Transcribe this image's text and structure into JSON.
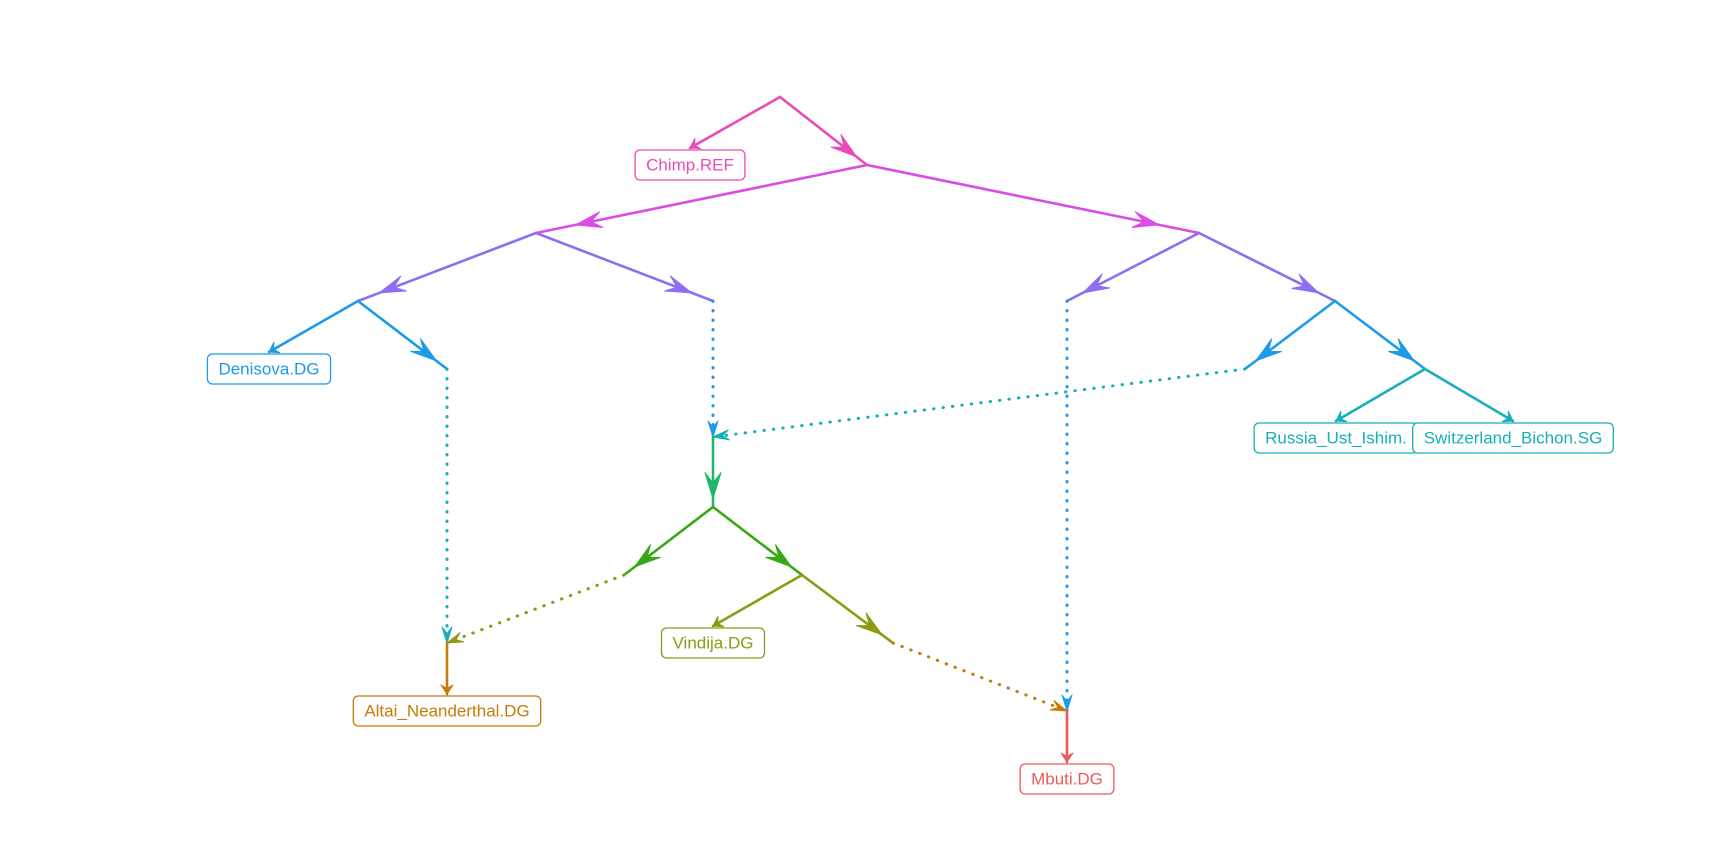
{
  "diagram": {
    "type": "admixture-graph",
    "leaves": [
      {
        "id": "chimp",
        "label": "Chimp.REF",
        "color": "#e84bb7"
      },
      {
        "id": "denisova",
        "label": "Denisova.DG",
        "color": "#1e9be6"
      },
      {
        "id": "russia",
        "label": "Russia_Ust_Ishim.",
        "color": "#17afb8"
      },
      {
        "id": "switzerland",
        "label": "Switzerland_Bichon.SG",
        "color": "#17afb8"
      },
      {
        "id": "vindija",
        "label": "Vindija.DG",
        "color": "#8d9a12"
      },
      {
        "id": "altai",
        "label": "Altai_Neanderthal.DG",
        "color": "#c87a0a"
      },
      {
        "id": "mbuti",
        "label": "Mbuti.DG",
        "color": "#ea5a5a"
      }
    ],
    "edges": [
      {
        "from": "root",
        "to": "chimp",
        "color": "#e84bb7",
        "style": "solid"
      },
      {
        "from": "root",
        "to": "n1",
        "color": "#e84bb7",
        "style": "solid"
      },
      {
        "from": "n1",
        "to": "n2",
        "color": "#d94ce6",
        "style": "solid"
      },
      {
        "from": "n1",
        "to": "n3",
        "color": "#d94ce6",
        "style": "solid"
      },
      {
        "from": "n2",
        "to": "n4",
        "color": "#8d6ff0",
        "style": "solid"
      },
      {
        "from": "n2",
        "to": "n5",
        "color": "#8d6ff0",
        "style": "solid"
      },
      {
        "from": "n3",
        "to": "n6",
        "color": "#8d6ff0",
        "style": "solid"
      },
      {
        "from": "n3",
        "to": "n7",
        "color": "#8d6ff0",
        "style": "solid"
      },
      {
        "from": "n4",
        "to": "denisova",
        "color": "#1e9be6",
        "style": "solid"
      },
      {
        "from": "n4",
        "to": "n8",
        "color": "#1e9be6",
        "style": "solid"
      },
      {
        "from": "n7",
        "to": "n9",
        "color": "#1e9be6",
        "style": "solid"
      },
      {
        "from": "n7",
        "to": "n10",
        "color": "#1e9be6",
        "style": "solid"
      },
      {
        "from": "n10",
        "to": "russia",
        "color": "#17afb8",
        "style": "solid"
      },
      {
        "from": "n10",
        "to": "switzerland",
        "color": "#17afb8",
        "style": "solid"
      },
      {
        "from": "n5",
        "to": "a1",
        "color": "#1e9be6",
        "style": "dotted"
      },
      {
        "from": "n9",
        "to": "a1",
        "color": "#17afb8",
        "style": "dotted"
      },
      {
        "from": "a1",
        "to": "n11",
        "color": "#1fb86a",
        "style": "solid"
      },
      {
        "from": "n11",
        "to": "n12",
        "color": "#3aa816",
        "style": "solid"
      },
      {
        "from": "n11",
        "to": "n13",
        "color": "#3aa816",
        "style": "solid"
      },
      {
        "from": "n13",
        "to": "vindija",
        "color": "#8d9a12",
        "style": "solid"
      },
      {
        "from": "n13",
        "to": "n14",
        "color": "#8d9a12",
        "style": "solid"
      },
      {
        "from": "n8",
        "to": "a2",
        "color": "#17afb8",
        "style": "dotted"
      },
      {
        "from": "n12",
        "to": "a2",
        "color": "#8d9a12",
        "style": "dotted"
      },
      {
        "from": "a2",
        "to": "altai",
        "color": "#c87a0a",
        "style": "solid"
      },
      {
        "from": "n6",
        "to": "a3",
        "color": "#1e9be6",
        "style": "dotted"
      },
      {
        "from": "n14",
        "to": "a3",
        "color": "#c87a0a",
        "style": "dotted"
      },
      {
        "from": "a3",
        "to": "mbuti",
        "color": "#ea5a5a",
        "style": "solid"
      }
    ]
  }
}
